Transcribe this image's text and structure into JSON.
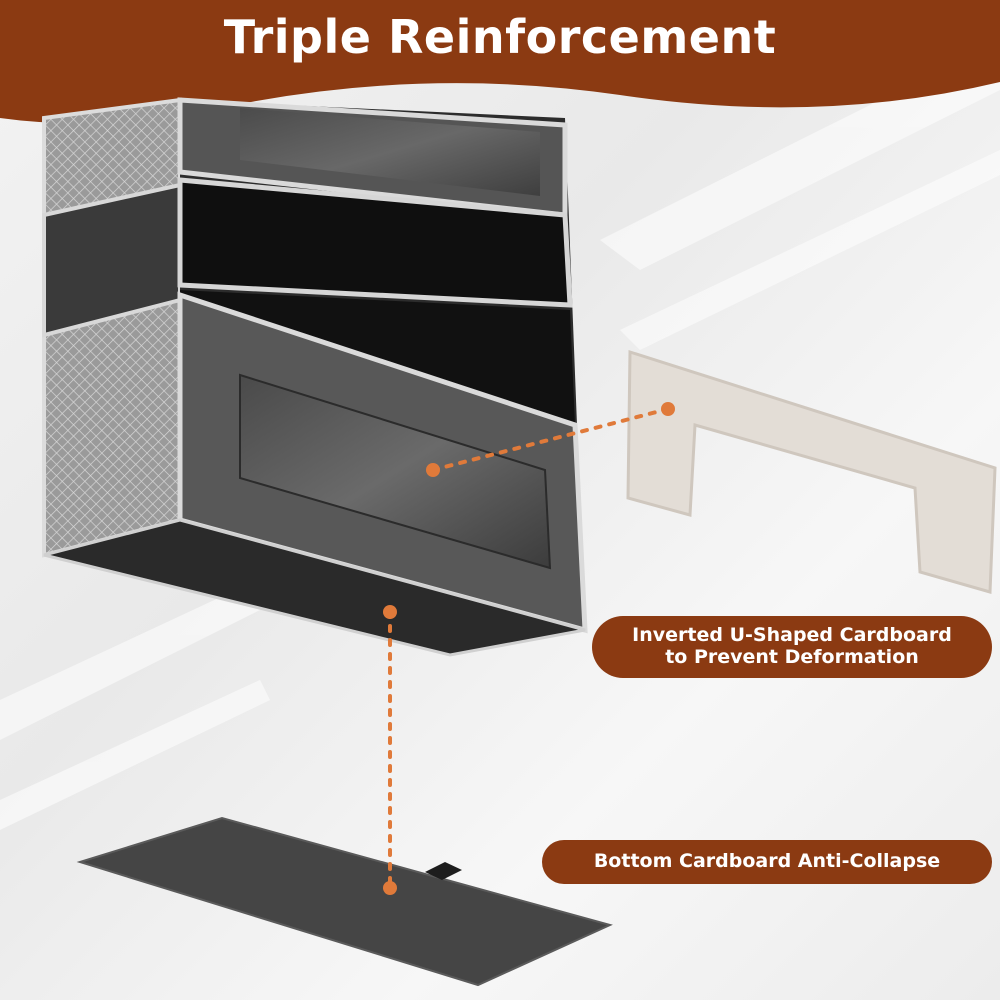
{
  "header": {
    "title": "Triple Reinforcement",
    "brand_color": "#8b3a12"
  },
  "callouts": {
    "u_shaped": {
      "line1": "Inverted U-Shaped Cardboard",
      "line2": "to Prevent Deformation"
    },
    "bottom": {
      "label": "Bottom Cardboard Anti-Collapse"
    }
  },
  "accent_color": "#e07a3a"
}
